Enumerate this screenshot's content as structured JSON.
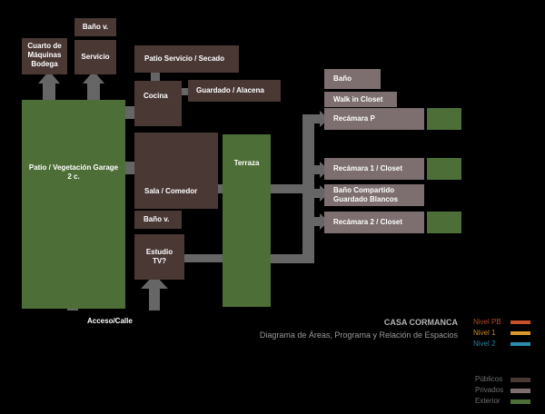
{
  "rooms": {
    "bano_top": "Baño v.",
    "cuarto_maquinas": "Cuarto de Máquinas Bodega",
    "servicio": "Servicio",
    "patio_servicio": "Patio Servicio / Secado",
    "cocina": "Cocina",
    "guardado": "Guardado / Alacena",
    "patio_vegetacion": "Patio / Vegetación Garage 2 c.",
    "sala_comedor": "Sala / Comedor",
    "terraza": "Terraza",
    "bano_mid": "Baño v.",
    "estudio": "Estudio TV?",
    "bano_right": "Baño",
    "walk_in": "Walk in Closet",
    "recamara_p": "Recámara P",
    "recamara_1": "Recámara 1 / Closet",
    "bano_compartido": "Baño Compartido Guardado Blancos",
    "recamara_2": "Recámara 2 / Closet",
    "acceso": "Acceso/Calle"
  },
  "title": {
    "main": "CASA CORMANCA",
    "subtitle": "Diagrama de Áreas, Programa y Relación de Espacios"
  },
  "levels": [
    {
      "label": "Nivel PB",
      "color": "#c9502a"
    },
    {
      "label": "Nivel 1",
      "color": "#d99a2a"
    },
    {
      "label": "Nivel 2",
      "color": "#2a8fb0"
    }
  ],
  "categories": [
    {
      "label": "Públicos",
      "color": "#4a3835"
    },
    {
      "label": "Privados",
      "color": "#7d6e6f"
    },
    {
      "label": "Exterior",
      "color": "#4d6e36"
    }
  ],
  "colors": {
    "arrow": "#666666",
    "legend_text": "#6f6f6f"
  }
}
